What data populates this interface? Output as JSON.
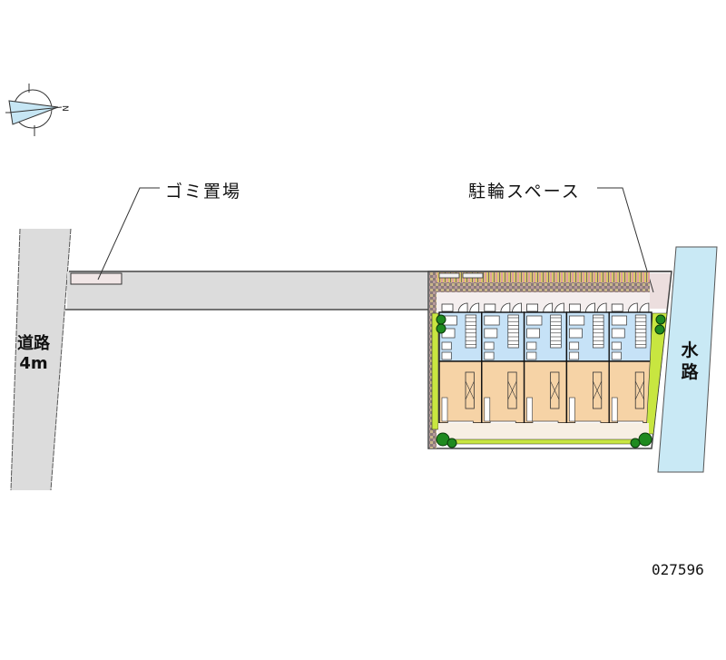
{
  "diagram": {
    "type": "site-plan",
    "compass": {
      "icon": "north-arrow-icon",
      "north_label": "N"
    },
    "labels": {
      "garbage_area": "ゴミ置場",
      "bicycle_space": "駐輪スペース",
      "road": "道路",
      "road_width": "4m",
      "waterway_line1": "水",
      "waterway_line2": "路",
      "property_id": "027596"
    },
    "building": {
      "unit_count": 5,
      "floors_shown": "ground-floor plan",
      "colors": {
        "wet_area": "#c6e2f7",
        "living_room": "#f6d3a6",
        "garden": "#c8e640",
        "trees": "#1f8a1f",
        "road": "#dcdcdc",
        "water": "#c9e9f5",
        "bike_area": "#e9d8d8",
        "paving": "#f5eee4"
      }
    }
  }
}
